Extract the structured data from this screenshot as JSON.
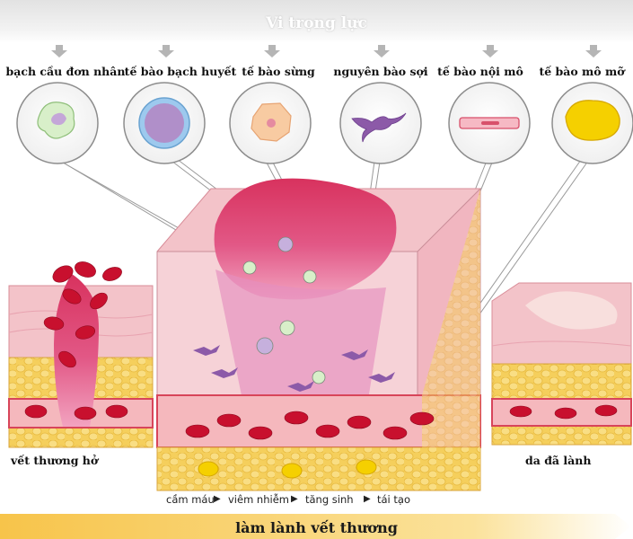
{
  "header": {
    "title": "Vi trọng lực"
  },
  "cells": [
    {
      "label": "bạch cầu đơn nhân",
      "icon": "monocyte-icon"
    },
    {
      "label": "tế bào bạch huyết",
      "icon": "lymphocyte-icon"
    },
    {
      "label": "tế bào sừng",
      "icon": "keratinocyte-icon"
    },
    {
      "label": "nguyên bào sợi",
      "icon": "fibroblast-icon"
    },
    {
      "label": "tế bào nội mô",
      "icon": "endothelial-cell-icon"
    },
    {
      "label": "tế bào mô mỡ",
      "icon": "adipocyte-icon"
    }
  ],
  "stages": {
    "open_wound": "vết thương hở",
    "healed_skin": "da đã lành"
  },
  "phases": [
    "cầm máu",
    "viêm nhiễm",
    "tăng sinh",
    "tái tạo"
  ],
  "footer": {
    "title": "làm lành vết thương"
  },
  "colors": {
    "skin": "#f3c3c9",
    "wound": "#d8325e",
    "blood": "#c8102e",
    "fat": "#f6d35a",
    "vessel": "#e8646f",
    "footer_bar": "#f7c44a"
  }
}
